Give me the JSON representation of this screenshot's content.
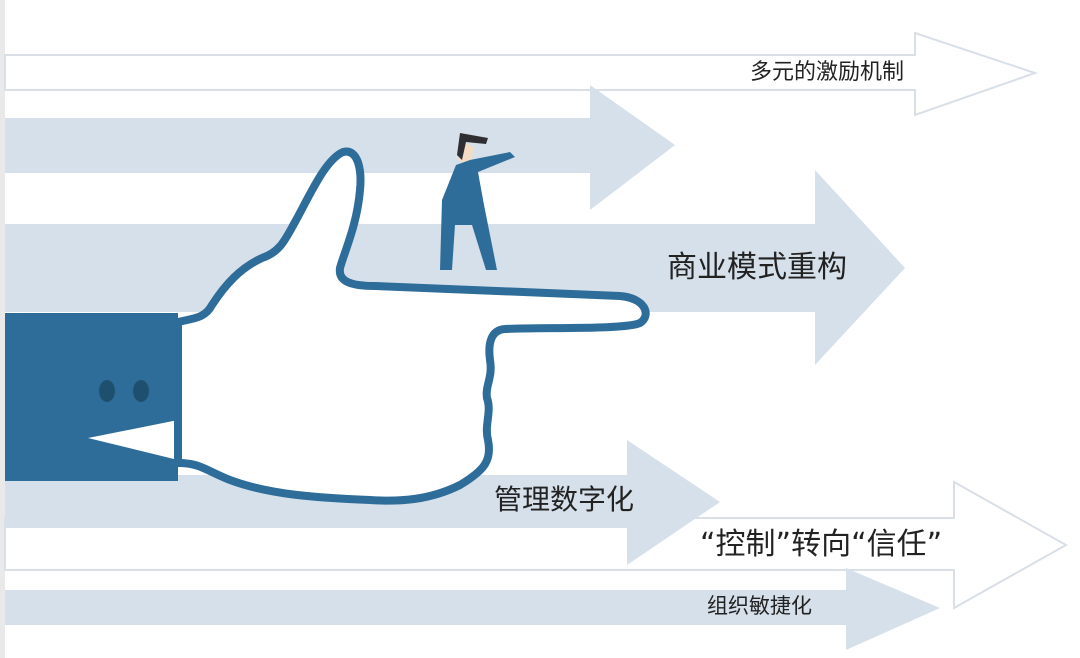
{
  "colors": {
    "arrow_fill": "#d6e0ea",
    "arrow_outline": "#d9dfe6",
    "hand_blue": "#2e6d99",
    "dot_dark": "#1f4f6e",
    "text": "#222222"
  },
  "labels": {
    "incentive": "多元的激励机制",
    "business_model": "商业模式重构",
    "digital_management": "管理数字化",
    "control_to_trust": "“控制”转向“信任”",
    "org_agility": "组织敏捷化"
  }
}
